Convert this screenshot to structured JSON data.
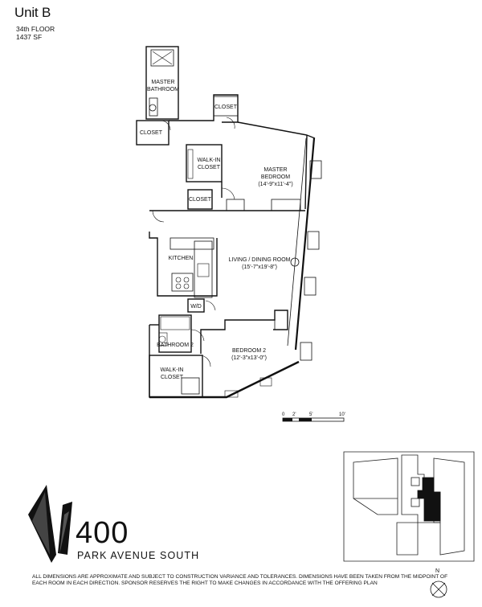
{
  "header": {
    "unit": "Unit B",
    "floor": "34th FLOOR",
    "area": "1437 SF"
  },
  "rooms": {
    "master_bathroom_line1": "MASTER",
    "master_bathroom_line2": "BATHROOM",
    "closet_upper": "CLOSET",
    "closet_left": "CLOSET",
    "walkin_closet_1_line1": "WALK-IN",
    "walkin_closet_1_line2": "CLOSET",
    "master_bedroom_line1": "MASTER",
    "master_bedroom_line2": "BEDROOM",
    "master_bedroom_dims": "(14'-9\"x11'-4\")",
    "closet_middle": "CLOSET",
    "kitchen": "KITCHEN",
    "living_dining": "LIVING / DINING ROOM",
    "living_dining_dims": "(15'-7\"x19'-8\")",
    "washer_dryer": "W/D",
    "bathroom_2": "BATHROOM 2",
    "bedroom_2": "BEDROOM 2",
    "bedroom_2_dims": "(12'-3\"x13'-0\")",
    "walkin_closet_2_line1": "WALK-IN",
    "walkin_closet_2_line2": "CLOSET"
  },
  "scale": {
    "ticks": [
      "0",
      "2'",
      "5'",
      "10'"
    ]
  },
  "brand": {
    "number": "400",
    "street": "PARK AVENUE SOUTH"
  },
  "disclaimer": "ALL DIMENSIONS ARE APPROXIMATE AND SUBJECT TO CONSTRUCTION VARIANCE AND TOLERANCES. DIMENSIONS HAVE BEEN TAKEN FROM THE MIDPOINT OF EACH ROOM IN EACH DIRECTION. SPONSOR RESERVES THE RIGHT TO MAKE CHANGES IN ACCORDANCE WITH THE OFFERING PLAN",
  "compass": {
    "label": "N"
  },
  "colors": {
    "ink": "#111111",
    "highlight": "#000000"
  }
}
